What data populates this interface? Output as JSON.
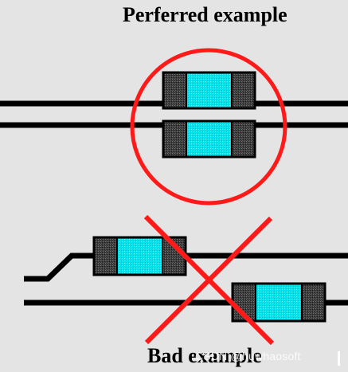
{
  "titles": {
    "preferred": "Perferred example",
    "bad": "Bad example"
  },
  "watermark": "CSDN @huwhaosoft",
  "colors": {
    "background": "#e4e4e4",
    "trace": "#000000",
    "component_body": "#00e5ee",
    "component_pad": "#3c3c3c",
    "highlight_circle": "#ff1a1a",
    "cross": "#ff1a1a"
  },
  "icons": {
    "good_marker": "red-circle",
    "bad_marker": "red-x"
  }
}
